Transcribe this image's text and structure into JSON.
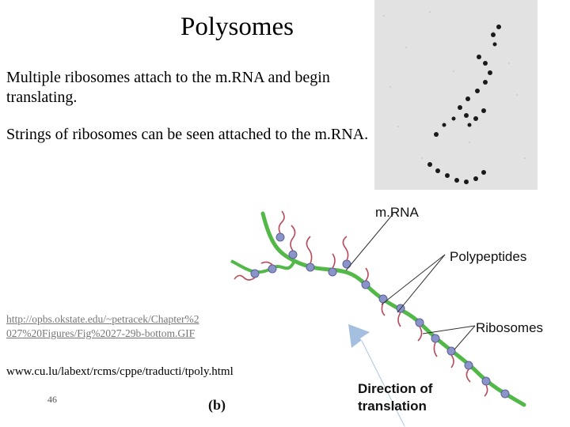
{
  "slide": {
    "title": "Polysomes",
    "bullet1": "Multiple ribosomes attach to the m.RNA and begin translating.",
    "bullet2": "Strings of ribosomes can be seen attached to the m.RNA.",
    "link": "http://opbs.okstate.edu/~petracek/Chapter%2027%20Figures/Fig%2027-29b-bottom.GIF",
    "source": "www.cu.lu/labext/rcms/cppe/traducti/tpoly.html",
    "slide_number": "46"
  },
  "diagram": {
    "mrna_label": "m.RNA",
    "polypeptides_label": "Polypeptides",
    "ribosomes_label": "Ribosomes",
    "direction_line1": "Direction of",
    "direction_line2": "translation",
    "panel_label": "(b)",
    "colors": {
      "mrna": "#52b848",
      "ribosome": "#8a94c8",
      "polypeptide": "#b84a5a",
      "arrow": "#9ab8dc"
    }
  }
}
